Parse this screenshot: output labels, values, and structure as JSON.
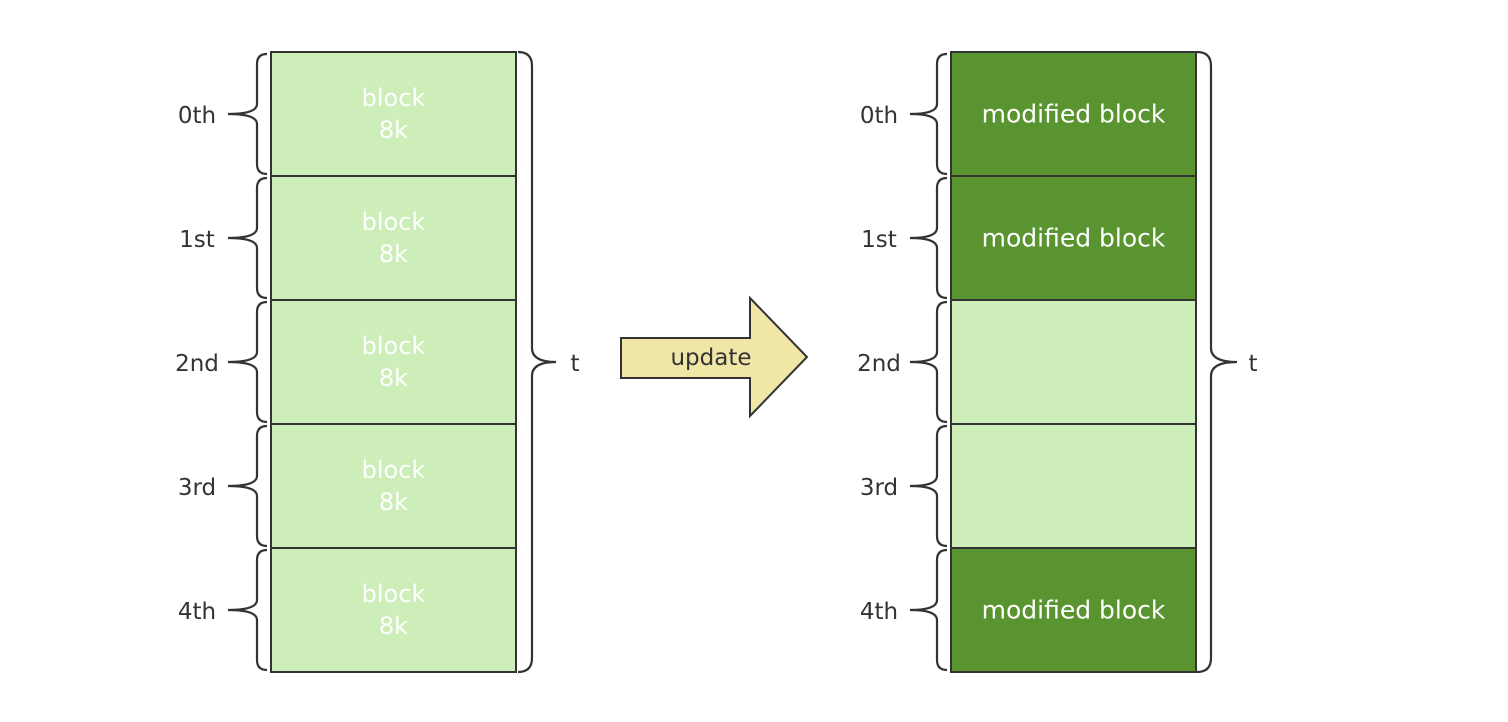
{
  "colors": {
    "light_block": "#cdeeb9",
    "modified_block": "#5a9430",
    "stroke": "#333333",
    "arrow_fill": "#f0e6a6",
    "arrow_stroke": "#333333"
  },
  "left_group": {
    "rows": [
      {
        "index": "0th",
        "line1": "block",
        "line2": "8k"
      },
      {
        "index": "1st",
        "line1": "block",
        "line2": "8k"
      },
      {
        "index": "2nd",
        "line1": "block",
        "line2": "8k"
      },
      {
        "index": "3rd",
        "line1": "block",
        "line2": "8k"
      },
      {
        "index": "4th",
        "line1": "block",
        "line2": "8k"
      }
    ],
    "total_label": "t"
  },
  "arrow": {
    "label": "update"
  },
  "right_group": {
    "rows": [
      {
        "index": "0th",
        "label": "modified block",
        "modified": true
      },
      {
        "index": "1st",
        "label": "modified block",
        "modified": true
      },
      {
        "index": "2nd",
        "label": "",
        "modified": false
      },
      {
        "index": "3rd",
        "label": "",
        "modified": false
      },
      {
        "index": "4th",
        "label": "modified block",
        "modified": true
      }
    ],
    "total_label": "t"
  }
}
